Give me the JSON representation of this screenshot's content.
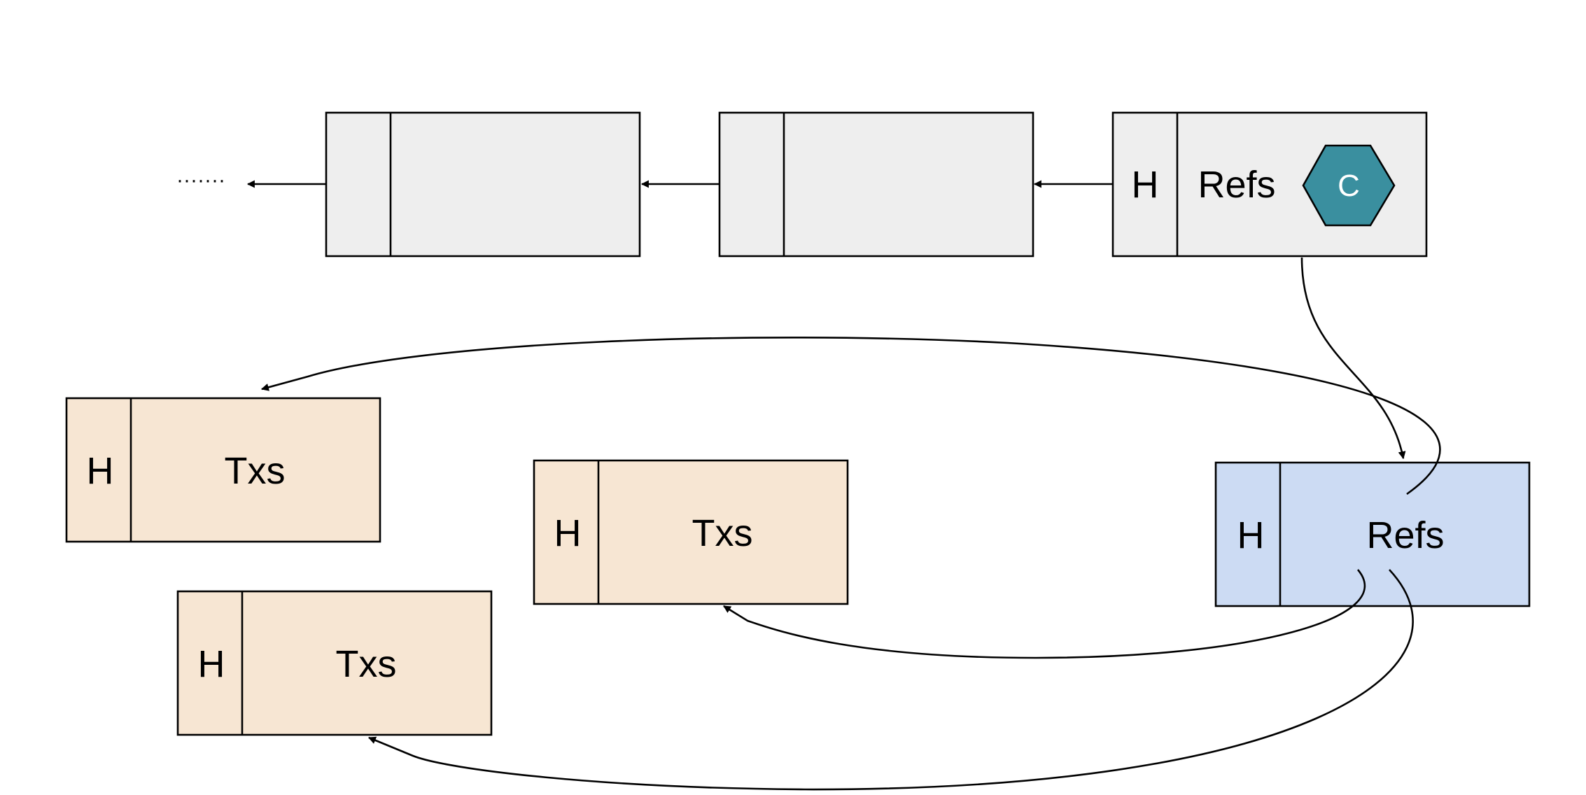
{
  "colors": {
    "chain_block_fill": "#eeeeee",
    "tx_block_fill": "#f7e6d3",
    "ref_block_fill": "#ccdbf3",
    "hexagon_fill": "#3a8f9f",
    "stroke": "#000000"
  },
  "ellipsis": "·······",
  "head_block": {
    "header": "H",
    "body": "Refs",
    "commitment": "C"
  },
  "ref_block": {
    "header": "H",
    "body": "Refs"
  },
  "tx_blocks": [
    {
      "header": "H",
      "body": "Txs"
    },
    {
      "header": "H",
      "body": "Txs"
    },
    {
      "header": "H",
      "body": "Txs"
    }
  ]
}
